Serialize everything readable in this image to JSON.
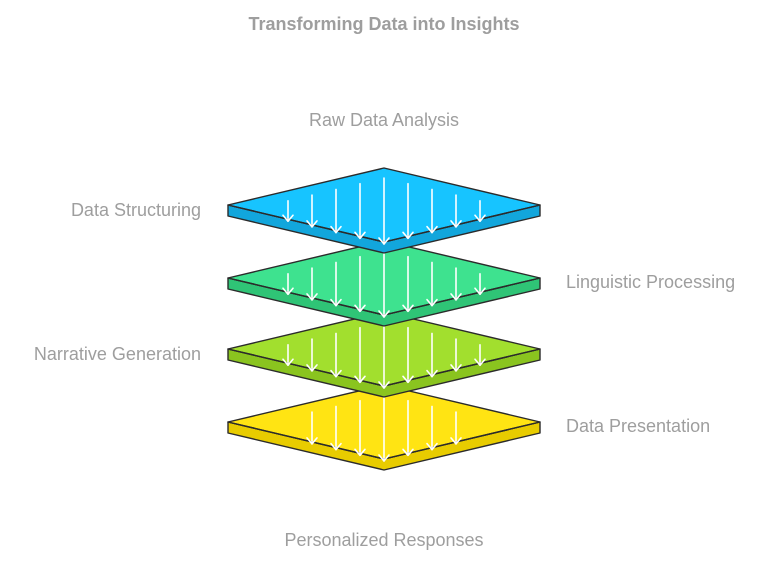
{
  "title": "Transforming Data into Insights",
  "top_label": "Raw Data Analysis",
  "bottom_label": "Personalized Responses",
  "layers": [
    {
      "label": "Data Structuring",
      "side": "left",
      "top_color": "#17c4ff",
      "side_color": "#12a6dc"
    },
    {
      "label": "Linguistic Processing",
      "side": "right",
      "top_color": "#3ee28f",
      "side_color": "#2fc476"
    },
    {
      "label": "Narrative Generation",
      "side": "left",
      "top_color": "#a2df2e",
      "side_color": "#8ac41f"
    },
    {
      "label": "Data Presentation",
      "side": "right",
      "top_color": "#ffe413",
      "side_color": "#e8cc00"
    }
  ],
  "arrow_icon": "down-arrow-icon"
}
